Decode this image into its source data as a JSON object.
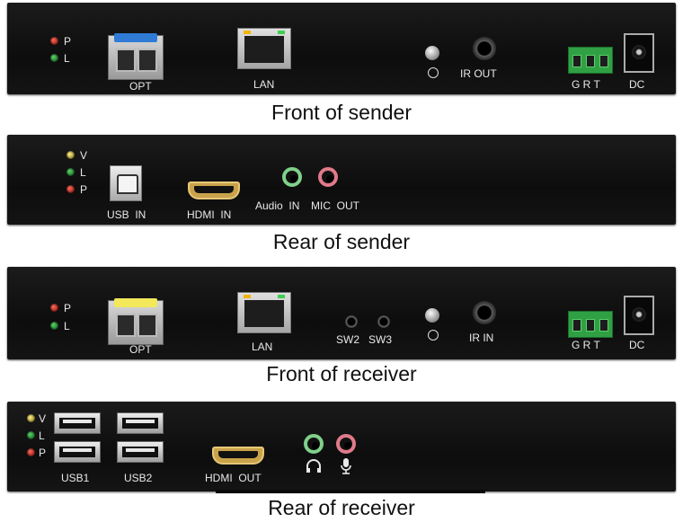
{
  "panels": {
    "front_sender": {
      "caption": "Front of sender",
      "led_labels": [
        "P",
        "L"
      ],
      "opt_label": "OPT",
      "lan_label": "LAN",
      "ir_label": "IR OUT",
      "grt_label": "G R T",
      "dc_label": "DC"
    },
    "rear_sender": {
      "caption": "Rear of sender",
      "led_labels": [
        "V",
        "L",
        "P"
      ],
      "usb_label": "USB  IN",
      "hdmi_label": "HDMI  IN",
      "audio_label": "Audio  IN",
      "mic_label": "MIC  OUT"
    },
    "front_receiver": {
      "caption": "Front of receiver",
      "led_labels": [
        "P",
        "L"
      ],
      "opt_label": "OPT",
      "lan_label": "LAN",
      "sw2_label": "SW2",
      "sw3_label": "SW3",
      "ir_label": "IR IN",
      "grt_label": "G R T",
      "dc_label": "DC"
    },
    "rear_receiver": {
      "caption": "Rear of receiver",
      "led_labels": [
        "V",
        "L",
        "P"
      ],
      "usb1_label": "USB1",
      "usb2_label": "USB2",
      "hdmi_label": "HDMI  OUT"
    }
  },
  "colors": {
    "sfp_sender_tab": "#2f7bd6",
    "sfp_receiver_tab": "#f2e85a",
    "audio_ring": "#7fd08a",
    "mic_ring": "#e07a8a"
  },
  "icons": [
    "ground-icon",
    "headphone-icon",
    "microphone-icon"
  ]
}
